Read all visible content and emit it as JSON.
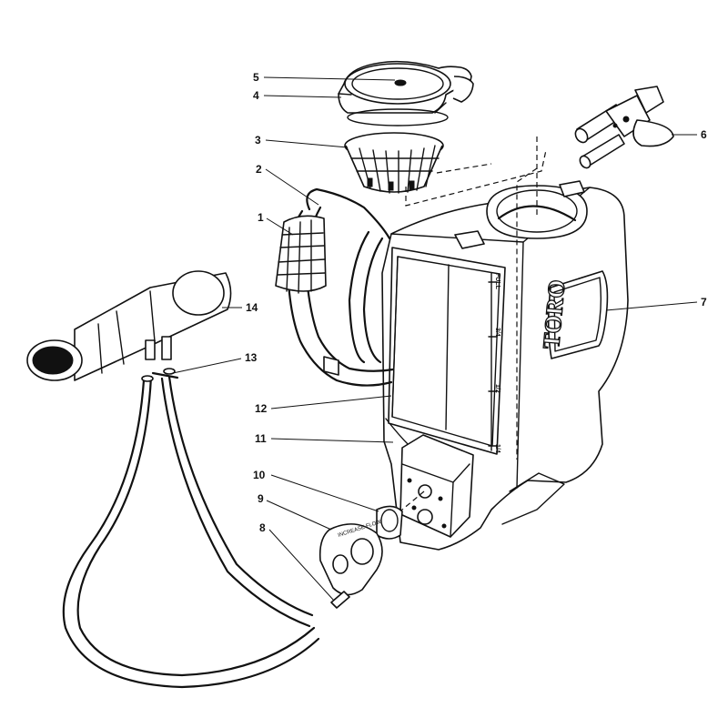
{
  "brand_text": "TORO",
  "gauge_marks": [
    "FULL",
    "3/4",
    "1/2",
    "1/4"
  ],
  "flange_text": "INCREASE FLOW",
  "callouts": [
    "1",
    "2",
    "3",
    "4",
    "5",
    "6",
    "7",
    "8",
    "9",
    "10",
    "11",
    "12",
    "13",
    "14"
  ]
}
